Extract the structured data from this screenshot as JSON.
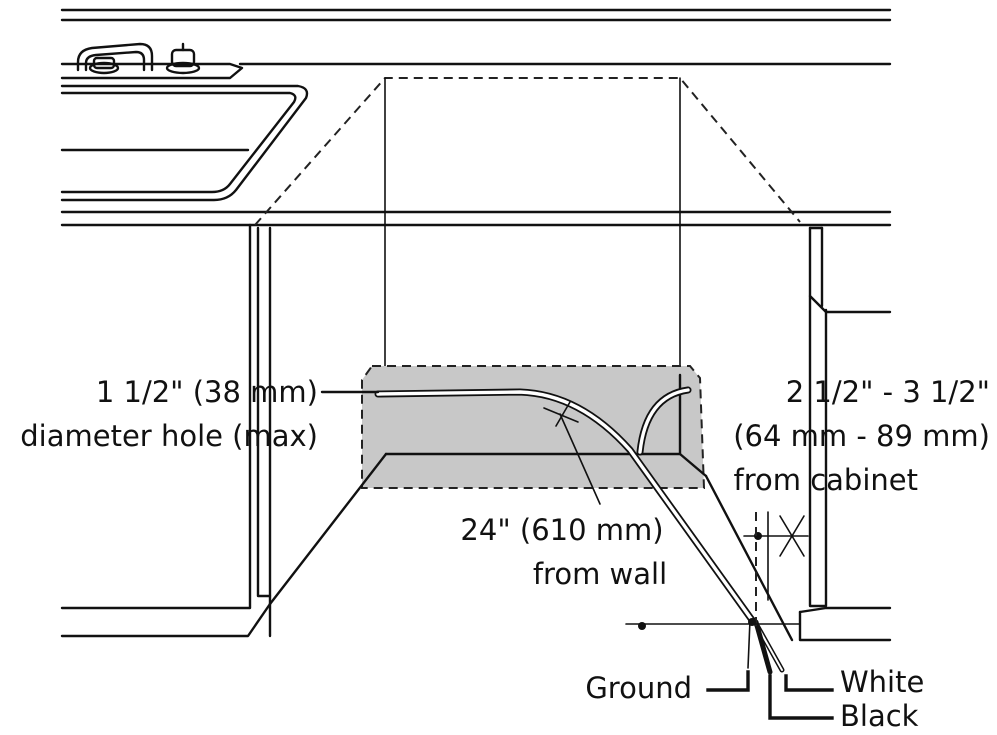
{
  "labels": {
    "hole_size": "1 1/2\" (38 mm)",
    "hole_desc": "diameter hole (max)",
    "offset_range": "2 1/2\" - 3 1/2\"",
    "offset_metric": "(64 mm - 89 mm)",
    "offset_from": "from cabinet",
    "wall_distance": "24\" (610 mm)",
    "wall_from": "from wall",
    "ground": "Ground",
    "white": "White",
    "black": "Black"
  },
  "colors": {
    "line": "#111111",
    "opening_fill": "#c8c8c8",
    "background": "#ffffff"
  }
}
